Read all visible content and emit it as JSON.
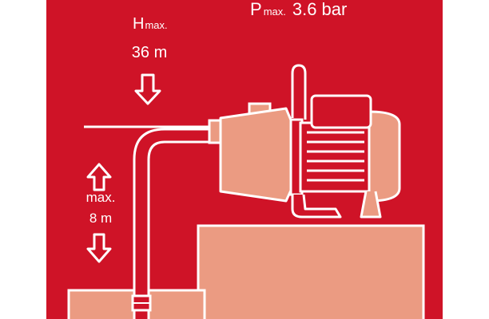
{
  "colors": {
    "background": "#cf1327",
    "fill": "#eb9b82",
    "stroke": "#ffffff",
    "frame": "#ffffff"
  },
  "labels": {
    "pressure_prefix": "P",
    "pressure_sub": "max.",
    "pressure_value": "3.6 bar",
    "head_prefix": "H",
    "head_sub": "max.",
    "head_value": "36 m",
    "suction_line1": "max.",
    "suction_line2": "8 m"
  },
  "icons": {
    "head_arrow": "arrow-down-icon",
    "suction_up": "arrow-up-icon",
    "suction_down": "arrow-down-icon"
  }
}
